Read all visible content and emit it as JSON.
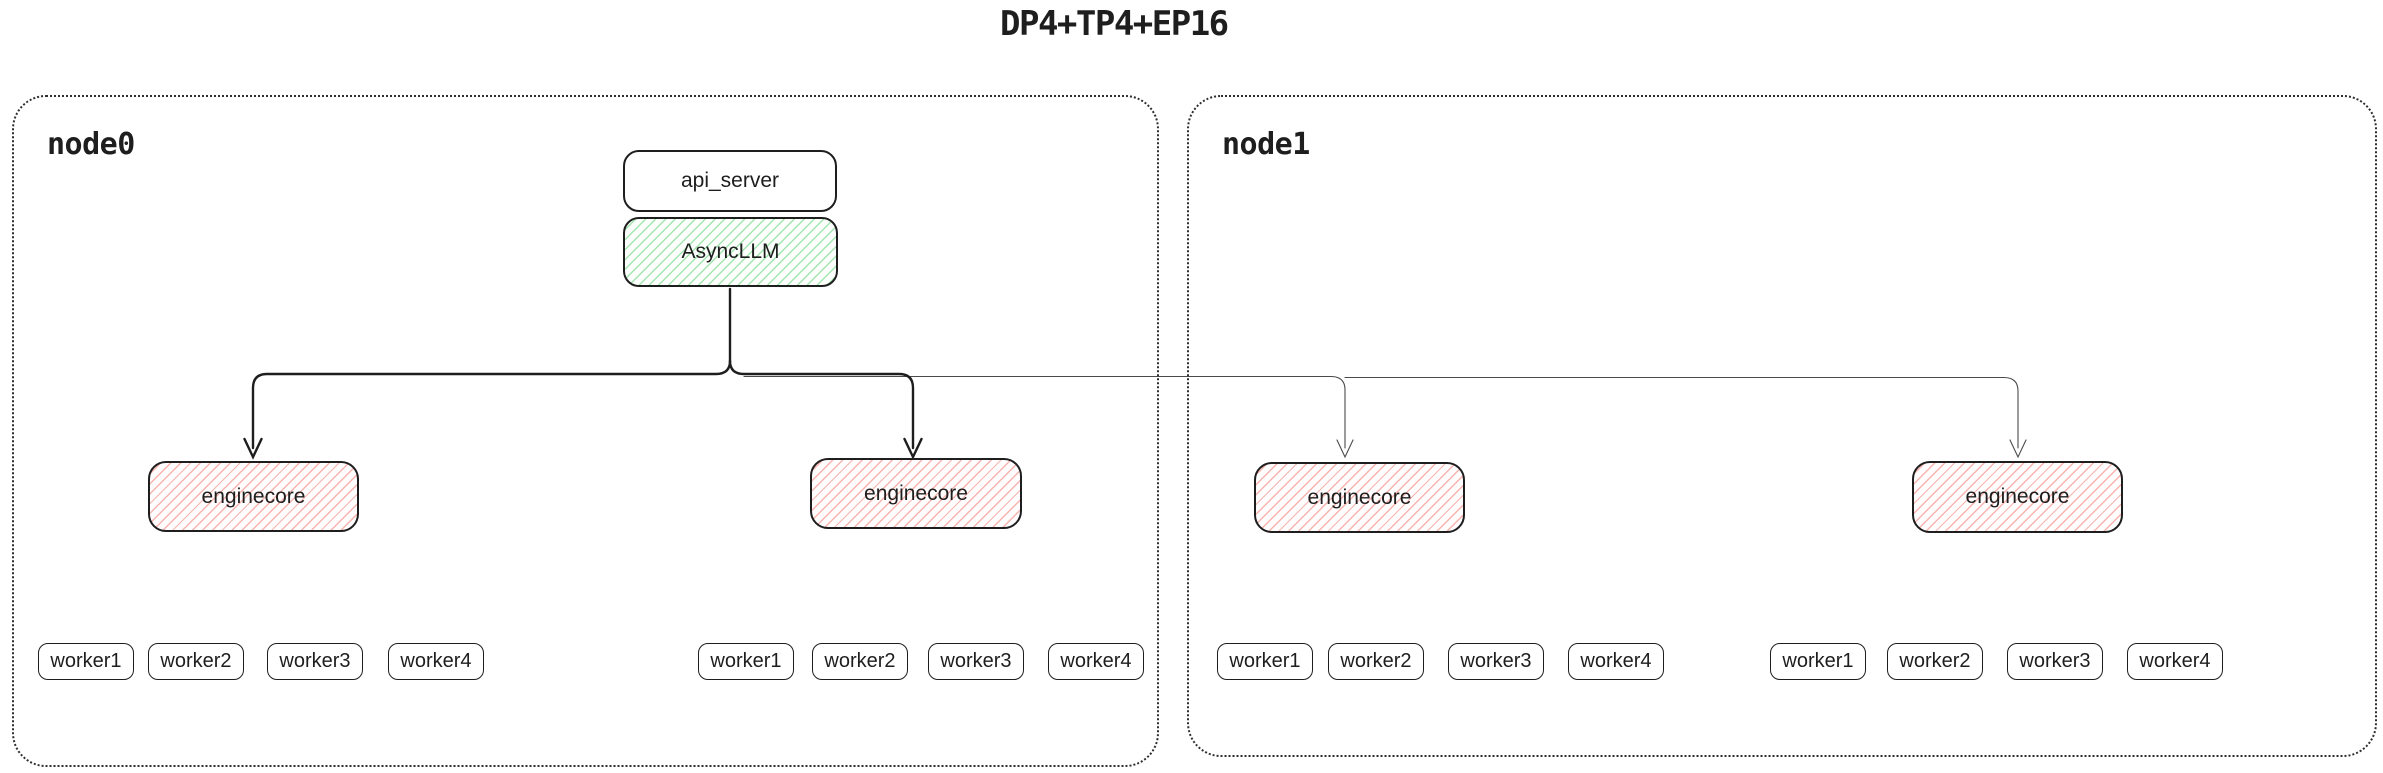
{
  "title": "DP4+TP4+EP16",
  "api_stack": {
    "api_server": "api_server",
    "async_llm": "AsyncLLM"
  },
  "nodes": [
    {
      "label": "node0",
      "groups": [
        {
          "enginecore": "enginecore",
          "workers": [
            "worker1",
            "worker2",
            "worker3",
            "worker4"
          ]
        },
        {
          "enginecore": "enginecore",
          "workers": [
            "worker1",
            "worker2",
            "worker3",
            "worker4"
          ]
        }
      ]
    },
    {
      "label": "node1",
      "groups": [
        {
          "enginecore": "enginecore",
          "workers": [
            "worker1",
            "worker2",
            "worker3",
            "worker4"
          ]
        },
        {
          "enginecore": "enginecore",
          "workers": [
            "worker1",
            "worker2",
            "worker3",
            "worker4"
          ]
        }
      ]
    }
  ],
  "colors": {
    "ink": "#1e1e1e",
    "green_hatch": "#a3e6b0",
    "red_hatch": "#f8b4ae",
    "thin_line": "#4a4a4a",
    "background": "#ffffff"
  }
}
